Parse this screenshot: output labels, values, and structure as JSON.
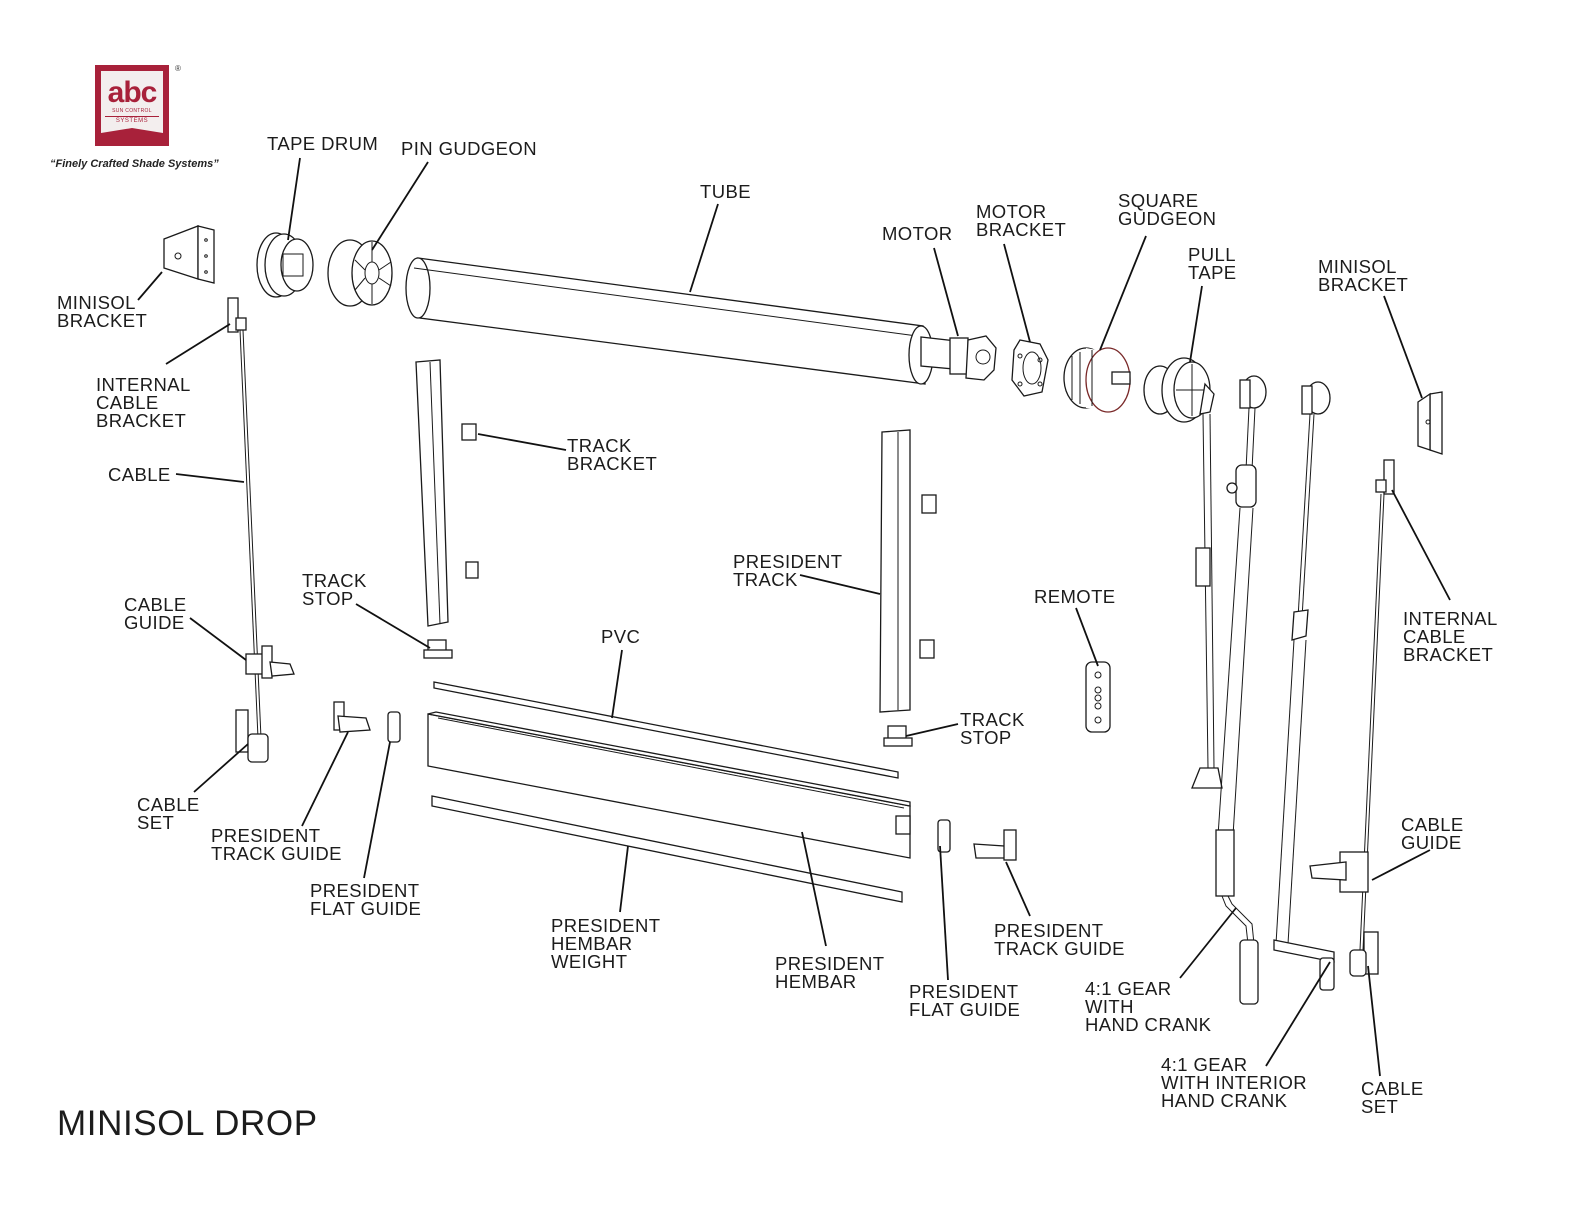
{
  "brand": {
    "logo_text": "abc",
    "logo_sub1": "SUN CONTROL",
    "logo_sub2": "SYSTEMS",
    "registered": "®",
    "tagline": "“Finely Crafted Shade Systems”",
    "brand_color": "#a8213a"
  },
  "title": "MINISOL DROP",
  "labels": [
    {
      "id": "tape-drum",
      "lines": [
        "TAPE DRUM"
      ]
    },
    {
      "id": "pin-gudgeon",
      "lines": [
        "PIN GUDGEON"
      ]
    },
    {
      "id": "tube",
      "lines": [
        "TUBE"
      ]
    },
    {
      "id": "motor",
      "lines": [
        "MOTOR"
      ]
    },
    {
      "id": "motor-bracket",
      "lines": [
        "MOTOR",
        "BRACKET"
      ]
    },
    {
      "id": "square-gudgeon",
      "lines": [
        "SQUARE",
        "GUDGEON"
      ]
    },
    {
      "id": "pull-tape",
      "lines": [
        "PULL",
        "TAPE"
      ]
    },
    {
      "id": "minisol-bracket-right",
      "lines": [
        "MINISOL",
        "BRACKET"
      ]
    },
    {
      "id": "minisol-bracket-left",
      "lines": [
        "MINISOL",
        "BRACKET"
      ]
    },
    {
      "id": "internal-cable-bracket-left",
      "lines": [
        "INTERNAL",
        "CABLE",
        "BRACKET"
      ]
    },
    {
      "id": "cable",
      "lines": [
        "CABLE"
      ]
    },
    {
      "id": "track-bracket",
      "lines": [
        "TRACK",
        "BRACKET"
      ]
    },
    {
      "id": "president-track",
      "lines": [
        "PRESIDENT",
        "TRACK"
      ]
    },
    {
      "id": "remote",
      "lines": [
        "REMOTE"
      ]
    },
    {
      "id": "internal-cable-bracket-right",
      "lines": [
        "INTERNAL",
        "CABLE",
        "BRACKET"
      ]
    },
    {
      "id": "track-stop-left",
      "lines": [
        "TRACK",
        "STOP"
      ]
    },
    {
      "id": "cable-guide-left",
      "lines": [
        "CABLE",
        "GUIDE"
      ]
    },
    {
      "id": "pvc",
      "lines": [
        "PVC"
      ]
    },
    {
      "id": "track-stop-right",
      "lines": [
        "TRACK",
        "STOP"
      ]
    },
    {
      "id": "cable-set-left",
      "lines": [
        "CABLE",
        "SET"
      ]
    },
    {
      "id": "president-track-guide-left",
      "lines": [
        "PRESIDENT",
        "TRACK GUIDE"
      ]
    },
    {
      "id": "president-flat-guide-left",
      "lines": [
        "PRESIDENT",
        "FLAT GUIDE"
      ]
    },
    {
      "id": "president-hembar-weight",
      "lines": [
        "PRESIDENT",
        "HEMBAR",
        "WEIGHT"
      ]
    },
    {
      "id": "president-hembar",
      "lines": [
        "PRESIDENT",
        "HEMBAR"
      ]
    },
    {
      "id": "president-flat-guide-right",
      "lines": [
        "PRESIDENT",
        "FLAT GUIDE"
      ]
    },
    {
      "id": "president-track-guide-right",
      "lines": [
        "PRESIDENT",
        "TRACK GUIDE"
      ]
    },
    {
      "id": "gear-hand-crank",
      "lines": [
        "4:1 GEAR",
        "WITH",
        "HAND CRANK"
      ]
    },
    {
      "id": "gear-interior-hand-crank",
      "lines": [
        "4:1 GEAR",
        "WITH INTERIOR",
        "HAND CRANK"
      ]
    },
    {
      "id": "cable-guide-right",
      "lines": [
        "CABLE",
        "GUIDE"
      ]
    },
    {
      "id": "cable-set-right",
      "lines": [
        "CABLE",
        "SET"
      ]
    }
  ]
}
